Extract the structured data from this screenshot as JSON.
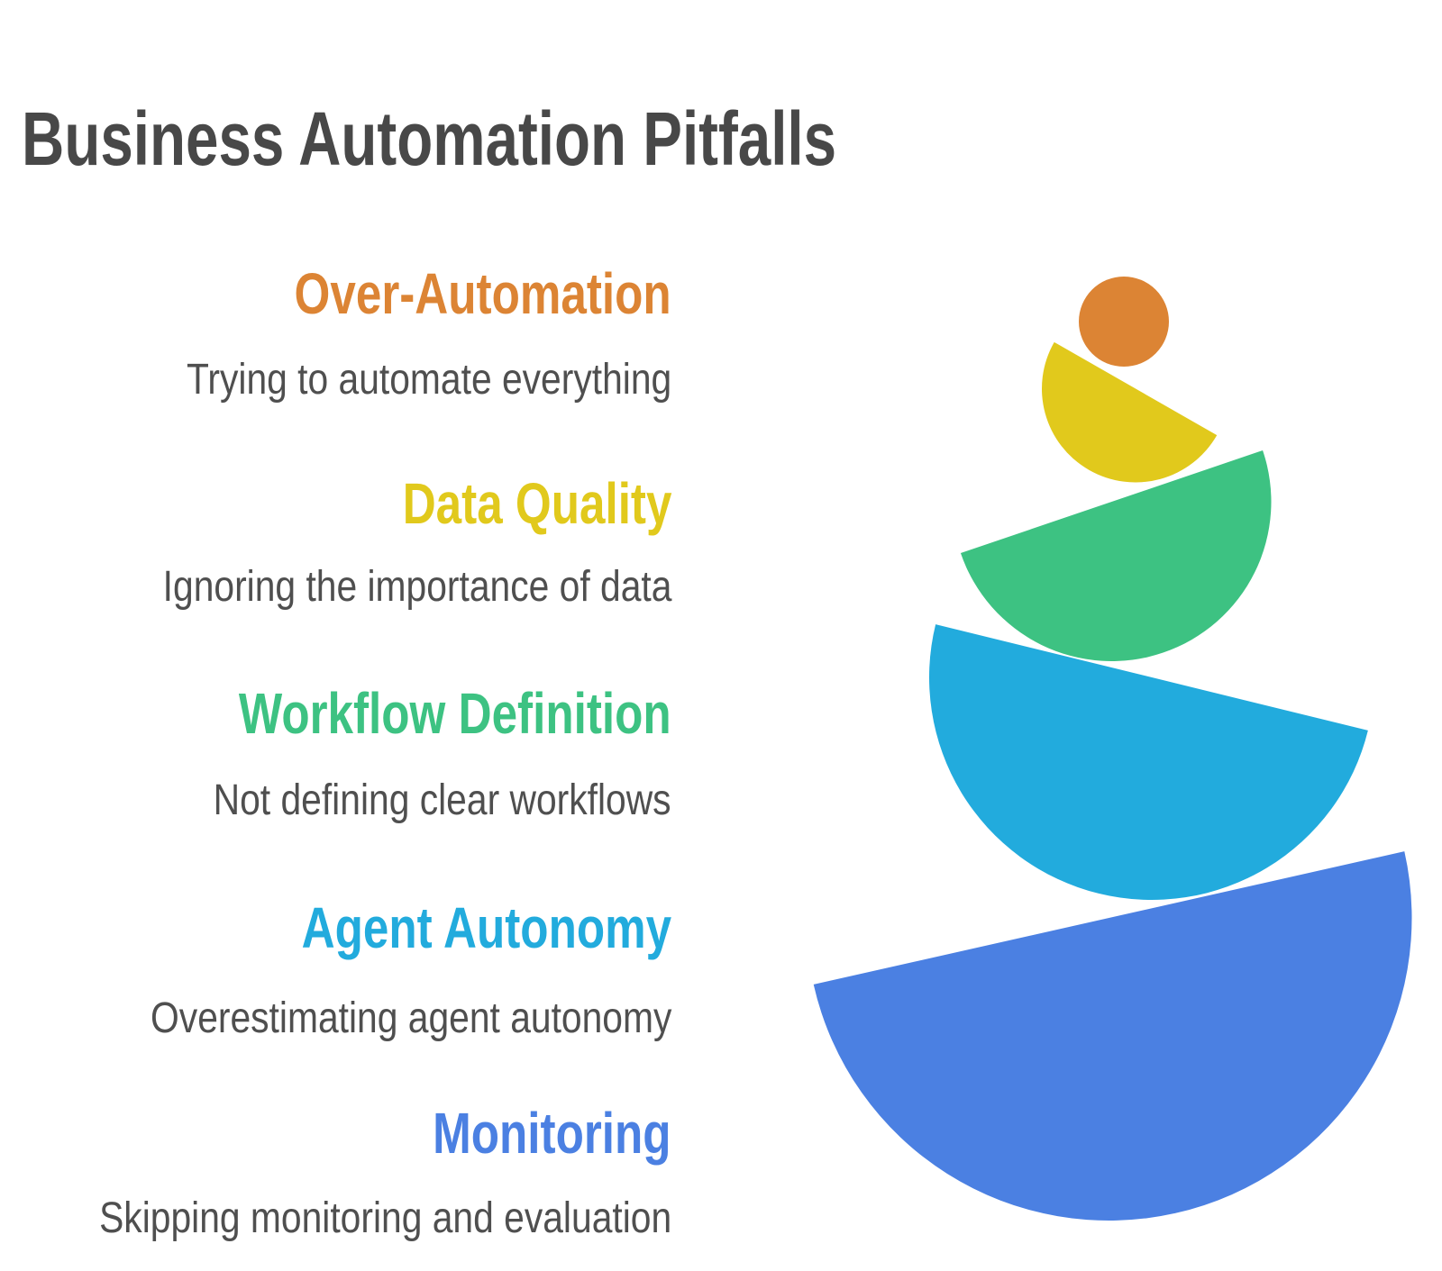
{
  "title": "Business Automation Pitfalls",
  "colors": {
    "background": "#FFFFFF",
    "heading_text": "#484848",
    "description_text": "#4F4F4F"
  },
  "items": [
    {
      "label": "Over-Automation",
      "description": "Trying to automate everything",
      "color": "#DC8434",
      "shape": "circle"
    },
    {
      "label": "Data Quality",
      "description": "Ignoring the importance of data",
      "color": "#E1C91C",
      "shape": "semicircle"
    },
    {
      "label": "Workflow Definition",
      "description": "Not defining clear workflows",
      "color": "#3DC282",
      "shape": "semicircle"
    },
    {
      "label": "Agent Autonomy",
      "description": "Overestimating agent autonomy",
      "color": "#22ABDD",
      "shape": "semicircle"
    },
    {
      "label": "Monitoring",
      "description": "Skipping monitoring and evaluation",
      "color": "#4B80E2",
      "shape": "semicircle"
    }
  ]
}
